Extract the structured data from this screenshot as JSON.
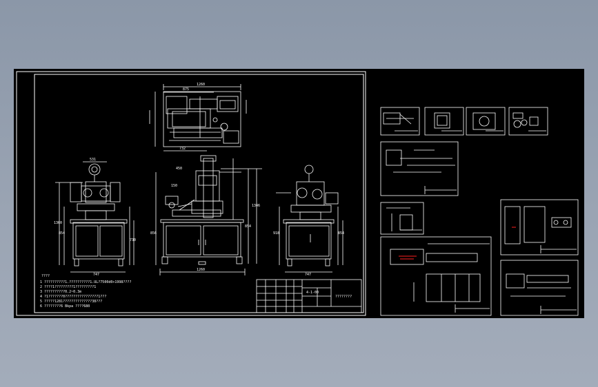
{
  "viewer": {
    "background_gradient": [
      "#8b97a8",
      "#a3acba"
    ],
    "canvas_color": "#000000",
    "line_color": "#ffffff",
    "accent_red": "#ff2020"
  },
  "main_sheet": {
    "top_view_dims": {
      "overall": "1260",
      "inner": "875",
      "bottom": "732"
    },
    "front_view_dims": {
      "width": "1260",
      "top": "450",
      "side1": "150",
      "side2": "854",
      "side3": "1346",
      "left": "856"
    },
    "left_view_dims": {
      "top": "531",
      "width": "747",
      "h1": "1360",
      "h2": "854",
      "h3": "730"
    },
    "right_view_dims": {
      "width": "747",
      "h1": "918",
      "h2": "854"
    },
    "notes_heading": "????",
    "notes": [
      "1  ??????????1.??????????1.UL?7500d0+1998????",
      "2  ????1?????????1?????????1",
      "3  ??????????0.2~0.3m",
      "4  ?1???????0????????????????1???",
      "5  ?????1281??????????????38???",
      "6  ????????6 Bkpa ????680"
    ],
    "title_block": {
      "code": "????????",
      "drawing_no": "4-1-00"
    }
  }
}
